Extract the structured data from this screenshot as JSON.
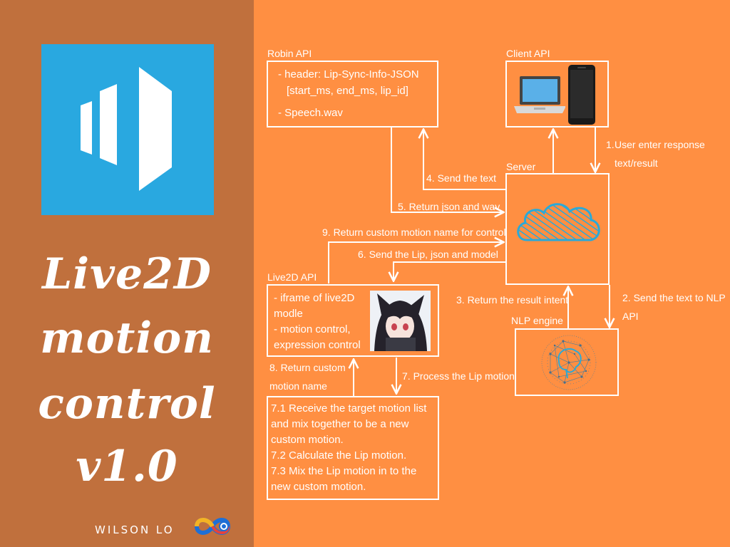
{
  "sidebar": {
    "title_lines": [
      "Live2D",
      "motion",
      "control",
      "v1.0"
    ],
    "author": "WILSON LO"
  },
  "robin": {
    "label": "Robin API",
    "lines": [
      "- header: Lip-Sync-Info-JSON",
      "[start_ms, end_ms, lip_id]",
      "- Speech.wav"
    ]
  },
  "client": {
    "label": "Client API"
  },
  "server": {
    "label": "Server"
  },
  "live2d": {
    "label": "Live2D API",
    "lines": [
      "- iframe of live2D",
      "modle",
      "- motion control,",
      "expression control"
    ]
  },
  "nlp": {
    "label": "NLP engine"
  },
  "process_box": {
    "lines": [
      "7.1 Receive the target motion list",
      "and mix together to be a new",
      "custom motion.",
      "7.2 Calculate the Lip motion.",
      "7.3 Mix the Lip motion in to the",
      "new custom motion."
    ]
  },
  "steps": {
    "s1_a": "1.",
    "s1_b": "User enter response",
    "s1_c": "text/result",
    "s2_a": "2. Send the text to NLP",
    "s2_b": "API",
    "s3": "3. Return the result intent",
    "s4": "4. Send the text",
    "s5": "5. Return json and wav",
    "s6": "6. Send the Lip,  json and model",
    "s7": "7. Process the Lip motion",
    "s8_a": "8. Return custom",
    "s8_b": "motion name",
    "s9": "9. Return custom motion name for control"
  },
  "colors": {
    "sidebar": "#c0703d",
    "canvas": "#ff8f42",
    "logo_bg": "#29a8e0",
    "cloud": "#2aa9d8"
  },
  "icons": [
    "logo-bars-icon",
    "laptop-icon",
    "smartphone-icon",
    "cloud-icon",
    "brain-network-icon",
    "anime-avatar-image",
    "infinity-brand-icon"
  ]
}
